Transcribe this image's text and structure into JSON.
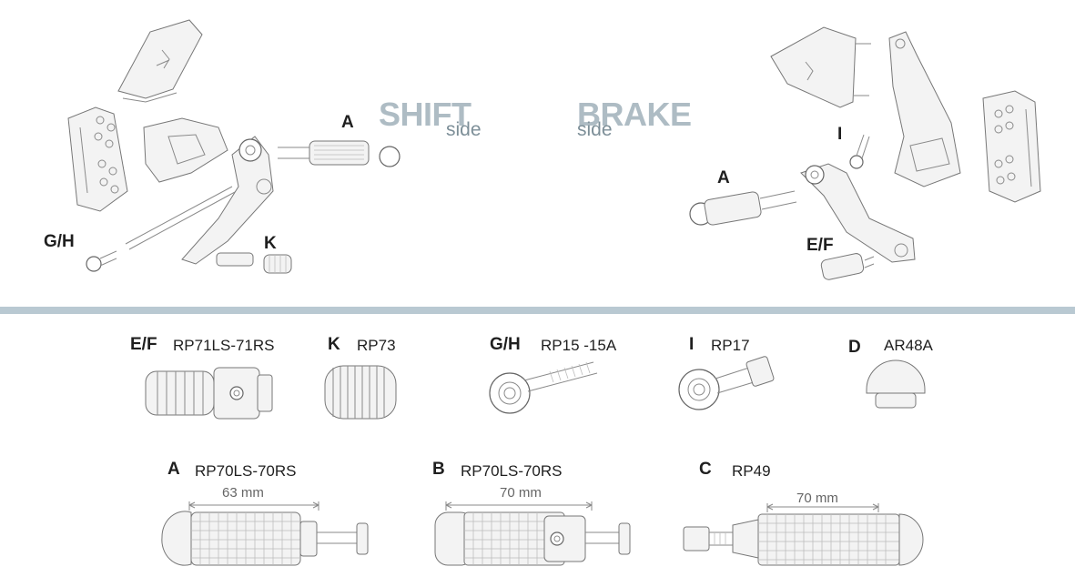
{
  "headings": {
    "shift": {
      "main": "SHIFT",
      "sub": "side"
    },
    "brake": {
      "main": "BRAKE",
      "sub": "side"
    }
  },
  "callouts": {
    "shift_a": "A",
    "shift_gh": "G/H",
    "shift_k": "K",
    "brake_i": "I",
    "brake_a": "A",
    "brake_ef": "E/F"
  },
  "parts": [
    {
      "letter": "E/F",
      "code": "RP71LS-71RS"
    },
    {
      "letter": "K",
      "code": "RP73"
    },
    {
      "letter": "G/H",
      "code": "RP15 -15A"
    },
    {
      "letter": "I",
      "code": "RP17"
    },
    {
      "letter": "D",
      "code": "AR48A"
    },
    {
      "letter": "A",
      "code": "RP70LS-70RS",
      "dimension": "63 mm"
    },
    {
      "letter": "B",
      "code": "RP70LS-70RS",
      "dimension": "70 mm"
    },
    {
      "letter": "C",
      "code": "RP49",
      "dimension": "70 mm"
    }
  ],
  "colors": {
    "heading_main": "#aebcc4",
    "heading_sub": "#7d8f98",
    "divider": "#b9c9d2",
    "label": "#1f1f1f"
  }
}
